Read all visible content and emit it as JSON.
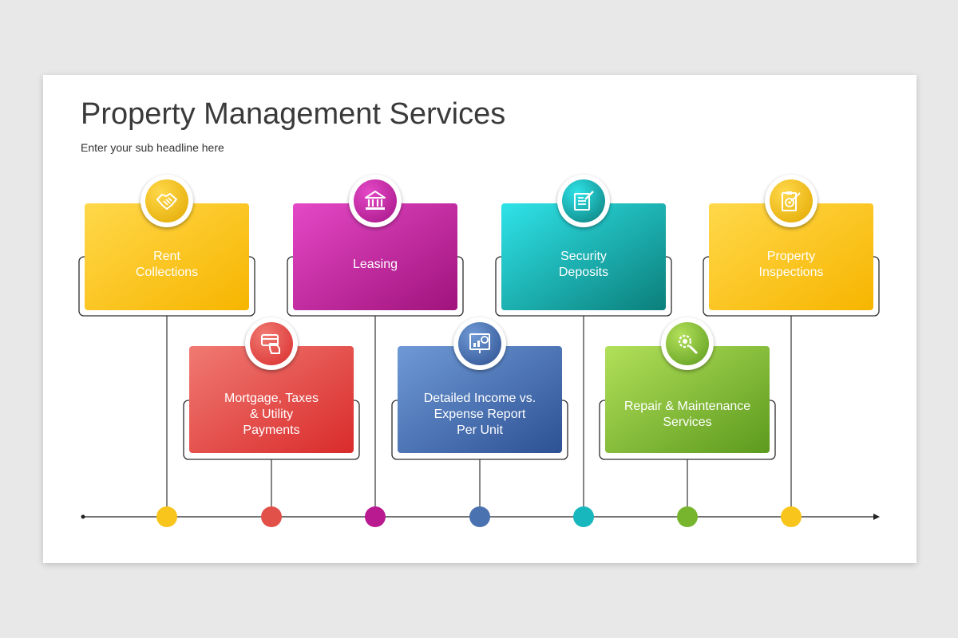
{
  "header": {
    "title": "Property Management Services",
    "subtitle": "Enter your sub headline here"
  },
  "services": [
    {
      "label": "Rent\nCollections",
      "icon": "handshake-icon",
      "row": "top",
      "color_from": "#ffd84a",
      "color_to": "#f7b500",
      "icon_color": "#e2a800"
    },
    {
      "label": "Mortgage, Taxes\n& Utility\nPayments",
      "icon": "payment-icon",
      "row": "bottom",
      "color_from": "#f07a72",
      "color_to": "#d92b2b",
      "icon_color": "#d92b2b"
    },
    {
      "label": "Leasing",
      "icon": "bank-icon",
      "row": "top",
      "color_from": "#e448c6",
      "color_to": "#a0137c",
      "icon_color": "#a41486"
    },
    {
      "label": "Detailed Income vs.\nExpense Report\nPer Unit",
      "icon": "report-icon",
      "row": "bottom",
      "color_from": "#6f9ad6",
      "color_to": "#2d5194",
      "icon_color": "#2e4f8f"
    },
    {
      "label": "Security\nDeposits",
      "icon": "contract-icon",
      "row": "top",
      "color_from": "#2fe3e8",
      "color_to": "#0b7f7b",
      "icon_color": "#0a7a78"
    },
    {
      "label": "Repair & Maintenance\nServices",
      "icon": "gear-search-icon",
      "row": "bottom",
      "color_from": "#b2e05a",
      "color_to": "#5c9a1d",
      "icon_color": "#5c9a1d"
    },
    {
      "label": "Property\nInspections",
      "icon": "clipboard-target-icon",
      "row": "top",
      "color_from": "#ffd84a",
      "color_to": "#f7b500",
      "icon_color": "#e2a800"
    }
  ],
  "timeline_dot_colors": [
    "#f8c51d",
    "#e2504a",
    "#b91a90",
    "#4a72b0",
    "#17b7bd",
    "#78b52f",
    "#f8c51d"
  ]
}
